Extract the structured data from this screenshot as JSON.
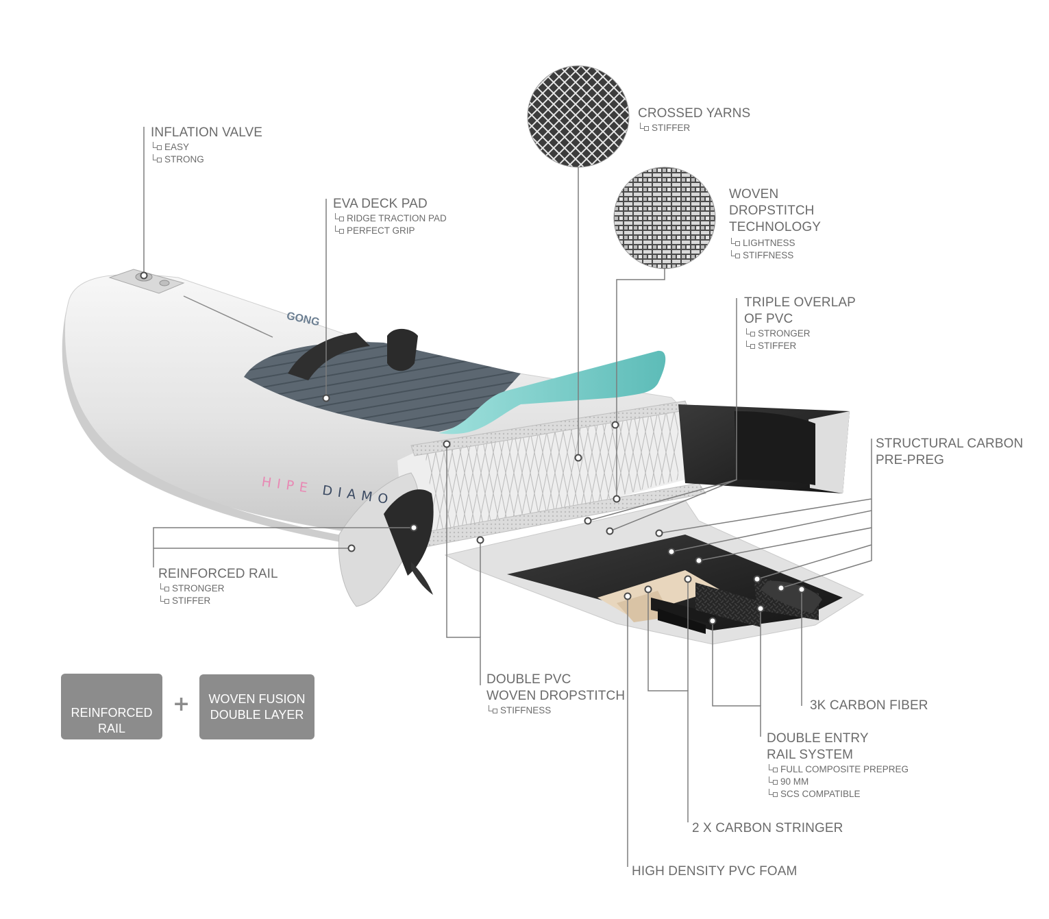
{
  "labels": {
    "inflation_valve": {
      "title": "INFLATION VALVE",
      "items": [
        "EASY",
        "STRONG"
      ]
    },
    "eva_deck_pad": {
      "title": "EVA DECK PAD",
      "items": [
        "RIDGE TRACTION PAD",
        "PERFECT GRIP"
      ]
    },
    "crossed_yarns": {
      "title": "CROSSED YARNS",
      "items": [
        "STIFFER"
      ]
    },
    "woven_dropstitch": {
      "title_lines": [
        "WOVEN",
        "DROPSTITCH",
        "TECHNOLOGY"
      ],
      "items": [
        "LIGHTNESS",
        "STIFFNESS"
      ]
    },
    "triple_overlap": {
      "title_lines": [
        "TRIPLE OVERLAP",
        "OF PVC"
      ],
      "items": [
        "STRONGER",
        "STIFFER"
      ]
    },
    "structural_carbon": {
      "title_lines": [
        "STRUCTURAL CARBON",
        "PRE-PREG"
      ]
    },
    "reinforced_rail": {
      "title": "REINFORCED RAIL",
      "items": [
        "STRONGER",
        "STIFFER"
      ]
    },
    "double_pvc": {
      "title_lines": [
        "DOUBLE PVC",
        "WOVEN DROPSTITCH"
      ],
      "items": [
        "STIFFNESS"
      ]
    },
    "carbon_fiber": {
      "title": "3K CARBON FIBER"
    },
    "double_entry": {
      "title_lines": [
        "DOUBLE ENTRY",
        "RAIL SYSTEM"
      ],
      "items": [
        "FULL COMPOSITE PREPREG",
        "90 MM",
        "SCS COMPATIBLE"
      ]
    },
    "carbon_stringer": {
      "title": "2 X CARBON STRINGER"
    },
    "pvc_foam": {
      "title": "HIGH DENSITY PVC FOAM"
    }
  },
  "badges": {
    "reinforced_rail": [
      "REINFORCED",
      "RAIL"
    ],
    "woven_fusion": [
      "WOVEN FUSION",
      "DOUBLE LAYER"
    ],
    "plus": "+"
  },
  "board": {
    "logo": "GONG",
    "brand_left": "HIPE",
    "brand_right": "DIAMO"
  },
  "colors": {
    "label": "#6b6b6b",
    "leader_line": "#7d7d7d",
    "badge_bg": "#8c8c8c",
    "deck_pad": "#5f6b75",
    "deck_accent": "#7fd0cc",
    "carbon": "#2a2a2a",
    "foam": "#e8d6bd",
    "brand_pink": "#e889b4",
    "brand_navy": "#3b4a62"
  }
}
